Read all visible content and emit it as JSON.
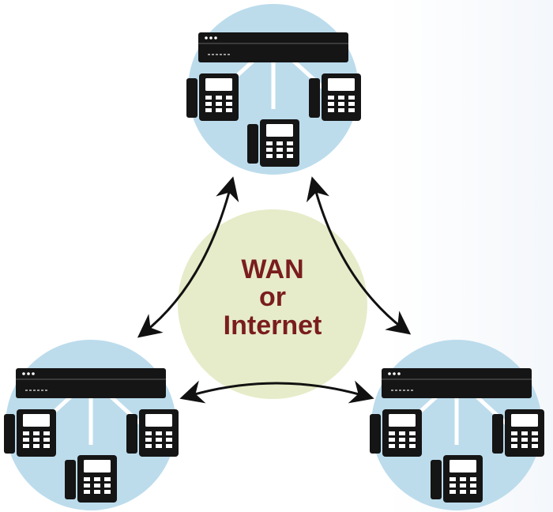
{
  "center": {
    "line1": "WAN",
    "line2": "or",
    "line3": "Internet"
  },
  "colors": {
    "site_circle": "#bcdcec",
    "cloud_circle": "#e6ecc9",
    "label_text": "#7a1d1f",
    "device": "#151515",
    "link": "#ffffff"
  },
  "icons": {
    "router": "router-icon",
    "phone": "desk-phone-icon",
    "arrow": "double-arrow"
  }
}
